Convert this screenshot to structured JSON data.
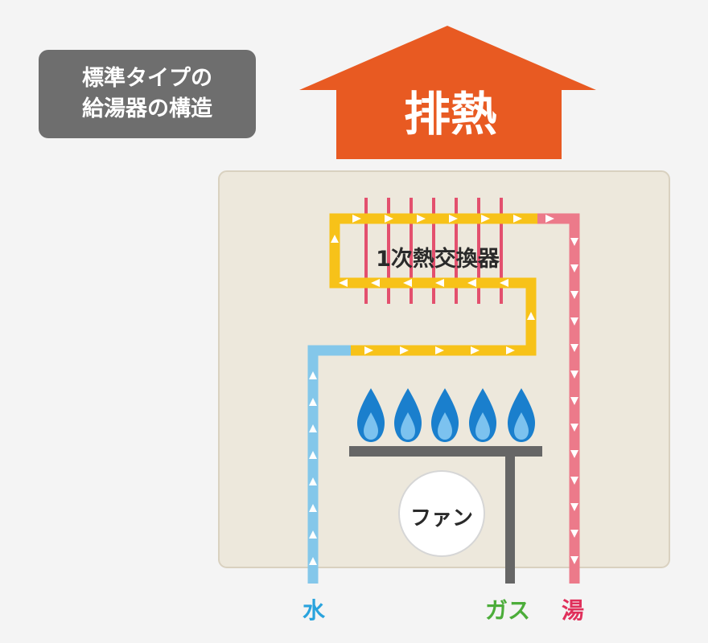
{
  "title": {
    "line1": "標準タイプの",
    "line2": "給湯器の構造"
  },
  "exhaust_label": "排熱",
  "heat_exchanger_label": "1次熱交換器",
  "fan_label": "ファン",
  "inputs": {
    "water": "水",
    "gas": "ガス",
    "hot_water": "湯"
  },
  "colors": {
    "exhaust": "#e85a22",
    "cold_pipe": "#84c7ea",
    "heat_pipe": "#f7c219",
    "hot_pipe": "#ec7a8a",
    "fins": "#e3506e",
    "flame_outer": "#1a7fcd",
    "flame_inner": "#7cc2ef",
    "burner": "#666666",
    "casing": "#ede8dc"
  },
  "flame_count": 5
}
